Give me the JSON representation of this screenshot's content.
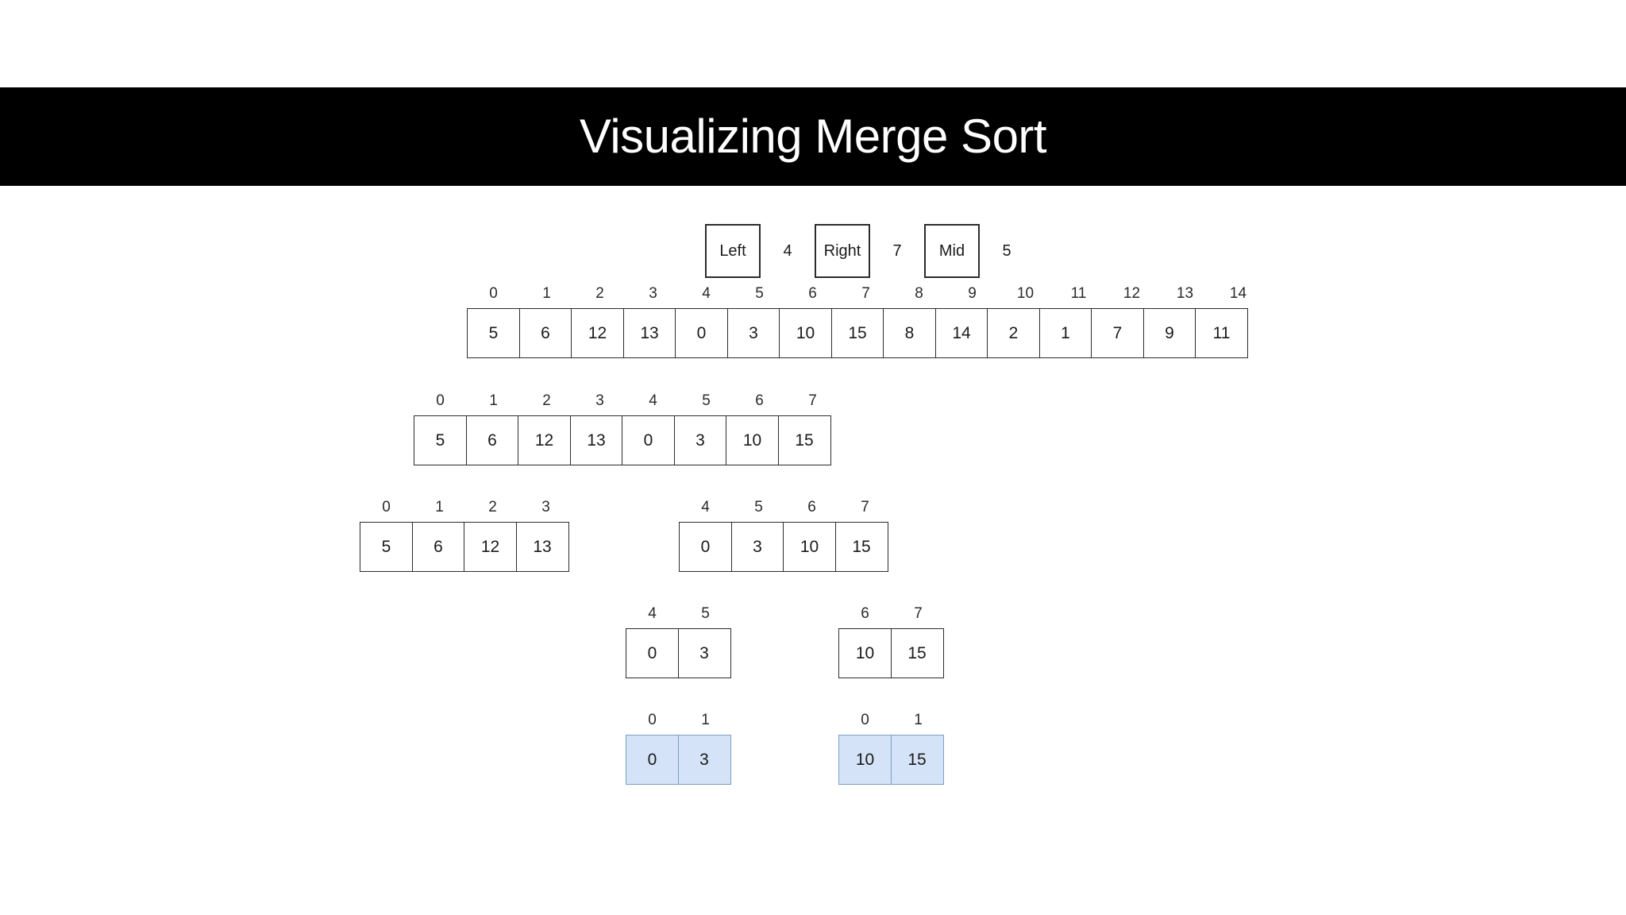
{
  "page": {
    "title": "Visualizing Merge Sort",
    "background_color": "#ffffff",
    "banner_color": "#000000",
    "banner_text_color": "#ffffff",
    "cell_border_color": "#2b2b2b",
    "highlight_fill_color": "#d4e3f7",
    "highlight_border_color": "#7d9ec4"
  },
  "pointers": [
    {
      "label": "Left",
      "value": "4"
    },
    {
      "label": "Right",
      "value": "7"
    },
    {
      "label": "Mid",
      "value": "5"
    }
  ],
  "arrays": [
    {
      "name": "full-array",
      "indices": [
        "0",
        "1",
        "2",
        "3",
        "4",
        "5",
        "6",
        "7",
        "8",
        "9",
        "10",
        "11",
        "12",
        "13",
        "14"
      ],
      "values": [
        "5",
        "6",
        "12",
        "13",
        "0",
        "3",
        "10",
        "15",
        "8",
        "14",
        "2",
        "1",
        "7",
        "9",
        "11"
      ],
      "highlighted": false
    },
    {
      "name": "left-half-8",
      "indices": [
        "0",
        "1",
        "2",
        "3",
        "4",
        "5",
        "6",
        "7"
      ],
      "values": [
        "5",
        "6",
        "12",
        "13",
        "0",
        "3",
        "10",
        "15"
      ],
      "highlighted": false
    },
    {
      "name": "quarter-left-4",
      "indices": [
        "0",
        "1",
        "2",
        "3"
      ],
      "values": [
        "5",
        "6",
        "12",
        "13"
      ],
      "highlighted": false
    },
    {
      "name": "quarter-right-4",
      "indices": [
        "4",
        "5",
        "6",
        "7"
      ],
      "values": [
        "0",
        "3",
        "10",
        "15"
      ],
      "highlighted": false
    },
    {
      "name": "pair-left-2",
      "indices": [
        "4",
        "5"
      ],
      "values": [
        "0",
        "3"
      ],
      "highlighted": false
    },
    {
      "name": "pair-right-2",
      "indices": [
        "6",
        "7"
      ],
      "values": [
        "10",
        "15"
      ],
      "highlighted": false
    },
    {
      "name": "merge-buffer-left",
      "indices": [
        "0",
        "1"
      ],
      "values": [
        "0",
        "3"
      ],
      "highlighted": true
    },
    {
      "name": "merge-buffer-right",
      "indices": [
        "0",
        "1"
      ],
      "values": [
        "10",
        "15"
      ],
      "highlighted": true
    }
  ],
  "chart_data": {
    "type": "table",
    "title": "Visualizing Merge Sort",
    "annotations": [
      "Left = 4",
      "Right = 7",
      "Mid = 5"
    ],
    "levels": [
      {
        "level": 0,
        "indices": [
          0,
          1,
          2,
          3,
          4,
          5,
          6,
          7,
          8,
          9,
          10,
          11,
          12,
          13,
          14
        ],
        "values": [
          5,
          6,
          12,
          13,
          0,
          3,
          10,
          15,
          8,
          14,
          2,
          1,
          7,
          9,
          11
        ]
      },
      {
        "level": 1,
        "indices": [
          0,
          1,
          2,
          3,
          4,
          5,
          6,
          7
        ],
        "values": [
          5,
          6,
          12,
          13,
          0,
          3,
          10,
          15
        ]
      },
      {
        "level": 2,
        "indices": [
          0,
          1,
          2,
          3
        ],
        "values": [
          5,
          6,
          12,
          13
        ]
      },
      {
        "level": 2,
        "indices": [
          4,
          5,
          6,
          7
        ],
        "values": [
          0,
          3,
          10,
          15
        ]
      },
      {
        "level": 3,
        "indices": [
          4,
          5
        ],
        "values": [
          0,
          3
        ]
      },
      {
        "level": 3,
        "indices": [
          6,
          7
        ],
        "values": [
          10,
          15
        ]
      },
      {
        "level": 4,
        "indices": [
          0,
          1
        ],
        "values": [
          0,
          3
        ],
        "highlighted": true
      },
      {
        "level": 4,
        "indices": [
          0,
          1
        ],
        "values": [
          10,
          15
        ],
        "highlighted": true
      }
    ]
  }
}
